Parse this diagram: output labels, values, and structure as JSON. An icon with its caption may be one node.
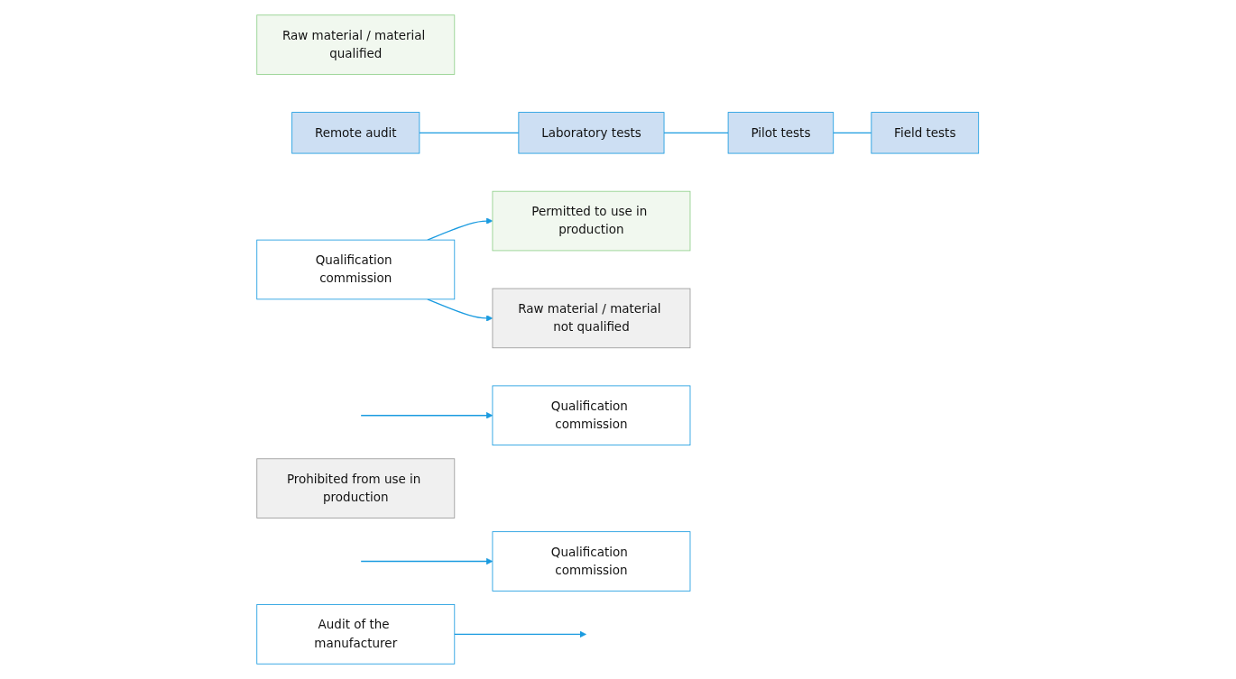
{
  "diagram": {
    "nodes": [
      {
        "text": [
          "Raw material / material qualified"
        ]
      },
      {
        "text": [
          "Permitted to use in production"
        ]
      },
      {
        "text": [
          "Audit of the manufacturer"
        ]
      },
      {
        "text": [
          "Remote audit"
        ]
      },
      {
        "text": [
          "Laboratory tests"
        ]
      },
      {
        "text": [
          "Pilot tests"
        ]
      },
      {
        "text": [
          "Field tests"
        ]
      },
      {
        "text": [
          "Qualification commission"
        ]
      },
      {
        "text": [
          "Raw material / material not qualified"
        ]
      },
      {
        "text": [
          "Qualification commission"
        ]
      },
      {
        "text": [
          "Qualification commission"
        ]
      },
      {
        "text": [
          "Prohibited from use in production"
        ]
      }
    ],
    "edges": [
      {
        "from": 3,
        "to": 4,
        "arrow": "none"
      },
      {
        "from": 4,
        "to": 5,
        "arrow": "none"
      },
      {
        "from": 5,
        "to": 6,
        "arrow": "none"
      },
      {
        "from": 2,
        "to": null,
        "arrow": "to"
      },
      {
        "from": null,
        "to": 9,
        "arrow": "to"
      },
      {
        "from": null,
        "to": 10,
        "arrow": "to"
      },
      {
        "from": 7,
        "to": 1,
        "arrow": "to"
      },
      {
        "from": 7,
        "to": 8,
        "arrow": "to"
      }
    ]
  }
}
